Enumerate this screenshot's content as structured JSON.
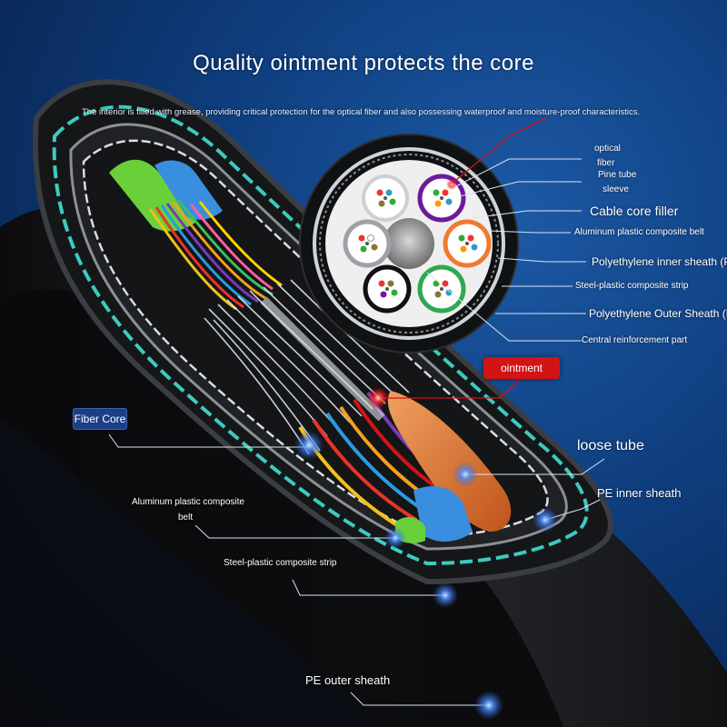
{
  "title": "Quality ointment protects the core",
  "subtitle": "The interior is filled with grease, providing critical protection for the optical fiber and also possessing waterproof and moisture-proof characteristics.",
  "cross_section_labels": {
    "optical": "optical",
    "fiber": "fiber",
    "pine_tube": "Pine tube",
    "sleeve": "sleeve",
    "cable_core_filler": "Cable core filler",
    "aluminum_belt": "Aluminum plastic composite belt",
    "pe_inner_sheath": "Polyethylene inner sheath (PE",
    "steel_strip": "Steel-plastic composite strip",
    "pe_outer_sheath": "Polyethylene Outer Sheath (PE)",
    "central_part": "Central reinforcement part"
  },
  "ointment_badge": "ointment",
  "cable_labels": {
    "fiber_core": "Fiber Core",
    "loose_tube": "loose tube",
    "pe_inner_sheath": "PE inner sheath",
    "aluminum_line1": "Aluminum plastic composite",
    "aluminum_line2": "belt",
    "steel_strip": "Steel-plastic composite strip",
    "pe_outer_sheath": "PE outer sheath"
  },
  "colors": {
    "background": "#0f3f80",
    "accent_red": "#d21414",
    "glow_cyan": "#3fe0d0"
  }
}
